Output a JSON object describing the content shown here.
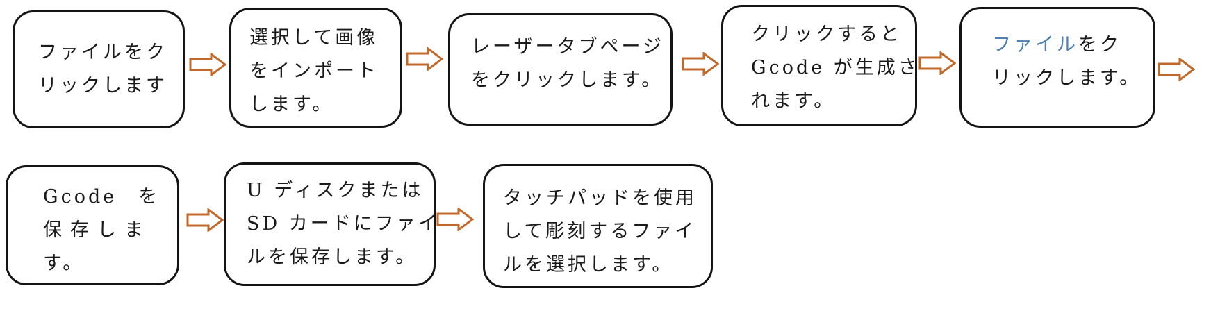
{
  "flow": {
    "boxes": [
      {
        "id": "open-file",
        "lines": [
          "ファイルをク",
          "リックします"
        ]
      },
      {
        "id": "import-image",
        "lines": [
          "選択して画像",
          "をインポート",
          "します。"
        ]
      },
      {
        "id": "laser-tab",
        "lines": [
          "レーザータブページ",
          "をクリックします。"
        ]
      },
      {
        "id": "generate-gcode",
        "lines": [
          "クリックすると",
          "Gcode が生成さ",
          "れます。"
        ]
      },
      {
        "id": "click-file",
        "lines": [
          [
            "ファイル",
            "をク"
          ],
          "リックします。"
        ]
      },
      {
        "id": "save-gcode",
        "lines": [
          "Gcode　を",
          "保存しま",
          "す。"
        ]
      },
      {
        "id": "save-to-disk",
        "lines": [
          "U ディスクまたは",
          "SD カードにファイ",
          "ルを保存します。"
        ]
      },
      {
        "id": "select-on-touchpad",
        "lines": [
          "タッチパッドを使用",
          "して彫刻するファイ",
          "ルを選択します。"
        ]
      }
    ]
  },
  "colors": {
    "box_border": "#141414",
    "arrow": "#c0692a",
    "highlight_text": "#4f7fb0"
  }
}
